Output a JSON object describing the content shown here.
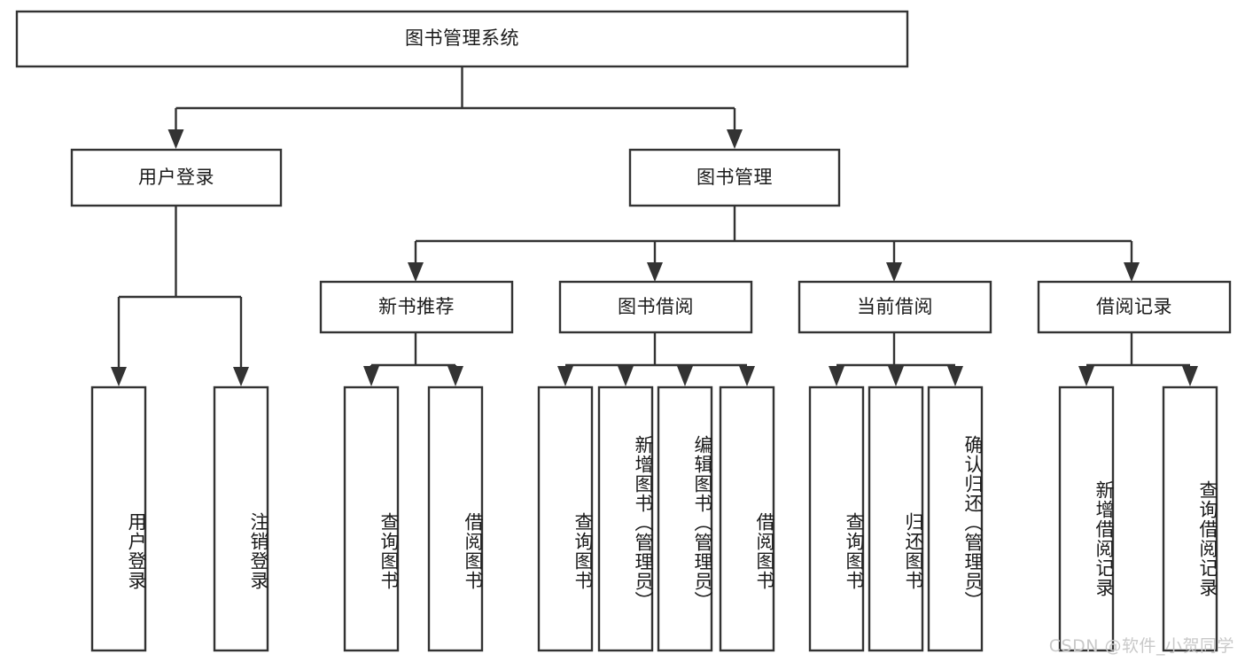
{
  "diagram": {
    "type": "tree-hierarchy-chart",
    "title": "图书管理系统",
    "watermark": "CSDN @软件_小贺同学",
    "colors": {
      "stroke": "#333333",
      "fill": "#ffffff",
      "text": "#1a1a1a",
      "watermark": "#c9c9c9",
      "background": "#ffffff"
    },
    "nodes": {
      "root": {
        "label": "图书管理系统"
      },
      "level2": [
        {
          "label": "用户登录"
        },
        {
          "label": "图书管理"
        }
      ],
      "level3": [
        {
          "label": "新书推荐"
        },
        {
          "label": "图书借阅"
        },
        {
          "label": "当前借阅"
        },
        {
          "label": "借阅记录"
        }
      ],
      "leaves": {
        "user_login": [
          {
            "label": "用户登录"
          },
          {
            "label": "注销登录"
          }
        ],
        "new_book_recommend": [
          {
            "label": "查询图书"
          },
          {
            "label": "借阅图书"
          }
        ],
        "book_borrow": [
          {
            "label": "查询图书"
          },
          {
            "label": "新增图书（管理员）"
          },
          {
            "label": "编辑图书（管理员）"
          },
          {
            "label": "借阅图书"
          }
        ],
        "current_borrow": [
          {
            "label": "查询图书"
          },
          {
            "label": "归还图书"
          },
          {
            "label": "确认归还（管理员）"
          }
        ],
        "borrow_record": [
          {
            "label": "新增借阅记录"
          },
          {
            "label": "查询借阅记录"
          }
        ]
      }
    }
  }
}
